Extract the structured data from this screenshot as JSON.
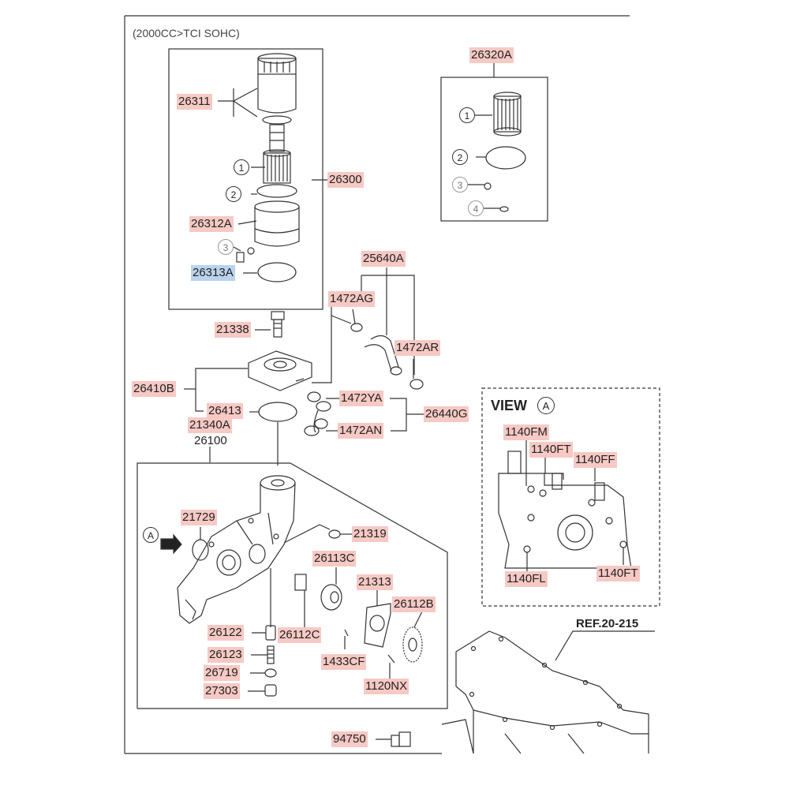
{
  "header": {
    "engine_spec": "(2000CC>TCI SOHC)"
  },
  "view": {
    "title": "VIEW",
    "marker": "A"
  },
  "ref": {
    "text": "REF.20-215"
  },
  "markers": {
    "arrow_a": "A"
  },
  "callouts": {
    "one": "1",
    "two": "2",
    "three": "3",
    "four": "4"
  },
  "parts": {
    "p26311": "26311",
    "p26300": "26300",
    "p26312A": "26312A",
    "p26313A": "26313A",
    "p26320A": "26320A",
    "p25640A": "25640A",
    "p1472AG": "1472AG",
    "p1472AR": "1472AR",
    "p21338": "21338",
    "p26410B": "26410B",
    "p26413": "26413",
    "p1472YA": "1472YA",
    "p26440G": "26440G",
    "p1472AN": "1472AN",
    "p21340A": "21340A",
    "p26100": "26100",
    "p21729": "21729",
    "p21319": "21319",
    "p26113C": "26113C",
    "p21313": "21313",
    "p26112B": "26112B",
    "p26122": "26122",
    "p26112C": "26112C",
    "p1433CF": "1433CF",
    "p26123": "26123",
    "p26719": "26719",
    "p1120NX": "1120NX",
    "p27303": "27303",
    "p94750": "94750",
    "p1140FM": "1140FM",
    "p1140FT_top": "1140FT",
    "p1140FF": "1140FF",
    "p1140FL": "1140FL",
    "p1140FT_bottom": "1140FT"
  },
  "colors": {
    "label_highlight": "#f6c9c4",
    "label_highlight_selected": "#bcd3ee",
    "line": "#333333"
  }
}
